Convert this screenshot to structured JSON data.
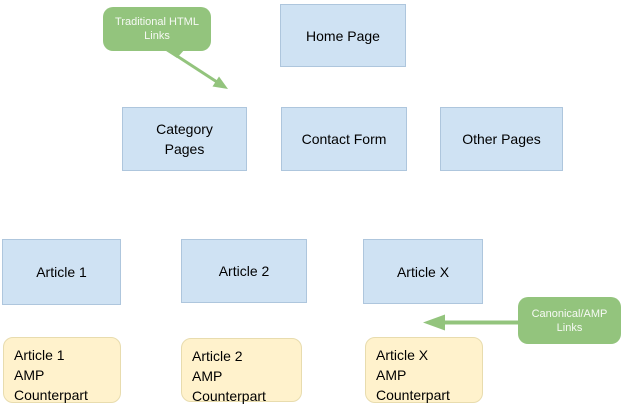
{
  "diagram": {
    "title": "AMP site structure diagram",
    "background": "#ffffff",
    "colors": {
      "page_box_fill": "#cfe2f3",
      "amp_box_fill": "#fff2cc",
      "callout_fill": "#93c47d",
      "callout_text": "#f6f9f4",
      "label_text": "#000000",
      "arrow": "#93c47d"
    },
    "nodes": {
      "home": {
        "label": "Home Page"
      },
      "category": {
        "label": "Category\nPages"
      },
      "contact": {
        "label": "Contact Form"
      },
      "other": {
        "label": "Other Pages"
      },
      "article1": {
        "label": "Article 1"
      },
      "article2": {
        "label": "Article 2"
      },
      "articlex": {
        "label": "Article X"
      },
      "amp1": {
        "label": "Article 1\nAMP\nCounterpart"
      },
      "amp2": {
        "label": "Article 2\nAMP\nCounterpart"
      },
      "ampx": {
        "label": "Article X\nAMP\nCounterpart"
      }
    },
    "callouts": {
      "traditional": {
        "label": "Traditional HTML\nLinks"
      },
      "canonical": {
        "label": "Canonical/AMP\nLinks"
      }
    }
  }
}
